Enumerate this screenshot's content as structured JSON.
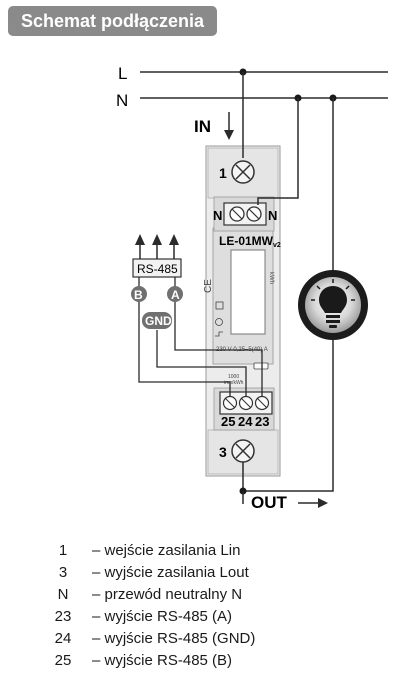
{
  "header": {
    "title": "Schemat podłączenia"
  },
  "lines": {
    "l_label": "L",
    "n_label": "N"
  },
  "in_label": "IN",
  "out_label": "OUT",
  "device": {
    "model_main": "LE-01MW",
    "model_suffix": "v2",
    "kwh_label": "kWh",
    "ce_mark": "CE",
    "rating_text": "230 V   0,25–5(40) A",
    "imp_text_1": "1000",
    "imp_text_2": "imp/kWh"
  },
  "terminals": {
    "t1": "1",
    "t3": "3",
    "n_left": "N",
    "n_right": "N",
    "t25": "25",
    "t24": "24",
    "t23": "23"
  },
  "rs485": {
    "box_label": "RS-485",
    "b_label": "B",
    "a_label": "A",
    "gnd_label": "GND"
  },
  "colors": {
    "header_bg": "#8a8a8a",
    "device_body": "#e2e2e2",
    "line": "#2b2b2b",
    "badge": "#707070",
    "lamp": "#1c1c1c"
  },
  "legend": [
    {
      "num": "1",
      "desc": "– wejście zasilania Lin"
    },
    {
      "num": "3",
      "desc": "– wyjście zasilania Lout"
    },
    {
      "num": "N",
      "desc": "– przewód neutralny N"
    },
    {
      "num": "23",
      "desc": "– wyjście RS-485 (A)"
    },
    {
      "num": "24",
      "desc": "– wyjście RS-485 (GND)"
    },
    {
      "num": "25",
      "desc": "– wyjście RS-485 (B)"
    }
  ]
}
